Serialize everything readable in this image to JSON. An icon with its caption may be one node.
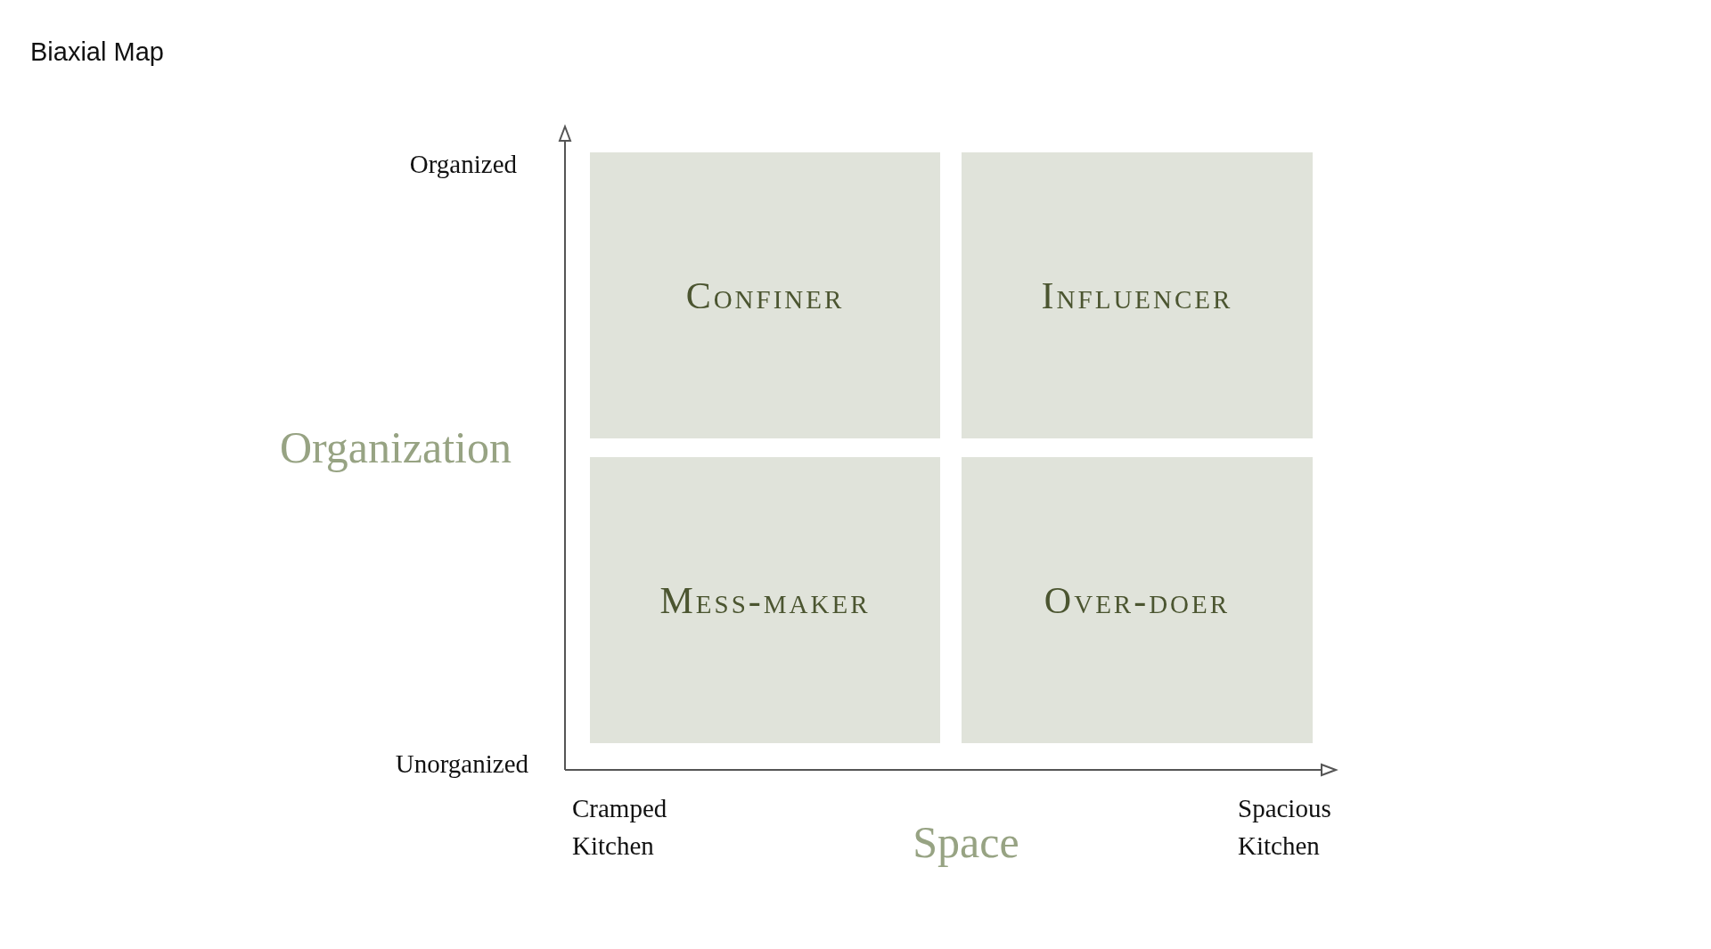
{
  "diagram": {
    "title": "Biaxial Map",
    "nodes": [
      {
        "text": [
          "Confiner"
        ]
      },
      {
        "text": [
          "Influencer"
        ]
      },
      {
        "text": [
          "Mess-maker"
        ]
      },
      {
        "text": [
          "Over-doer"
        ]
      }
    ],
    "labels": [
      "Organized",
      "Organization",
      "Unorganized",
      "Cramped Kitchen",
      "Space",
      "Spacious Kitchen"
    ]
  }
}
